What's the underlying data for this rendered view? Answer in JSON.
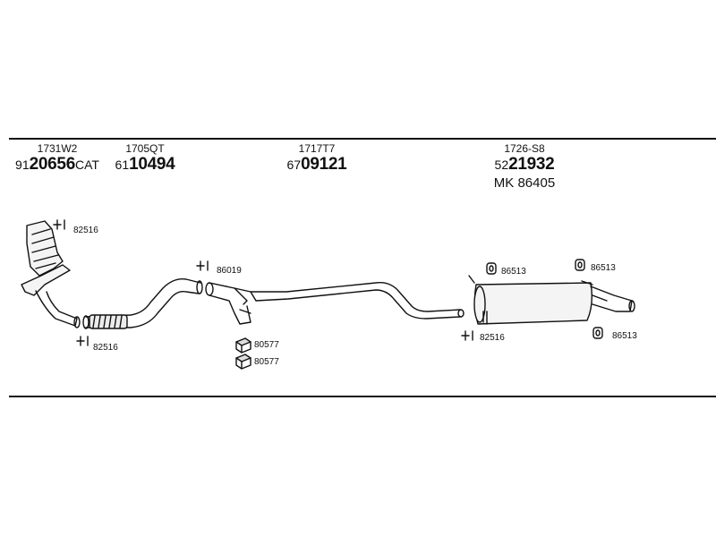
{
  "parts": [
    {
      "ref": "1731W2",
      "prefix": "91",
      "number": "20656",
      "suffix": "CAT"
    },
    {
      "ref": "1705QT",
      "prefix": "61",
      "number": "10494",
      "suffix": ""
    },
    {
      "ref": "1717T7",
      "prefix": "67",
      "number": "09121",
      "suffix": ""
    },
    {
      "ref": "1726-S8",
      "prefix": "52",
      "number": "21932",
      "suffix": "",
      "extra": "MK  86405"
    }
  ],
  "callouts": {
    "clamp_cat_top": "82516",
    "clamp_cat_bottom": "82516",
    "gasket_front": "86019",
    "mount_a": "80577",
    "mount_b": "80577",
    "rubber_left": "86513",
    "rubber_right": "86513",
    "rubber_bottom": "86513",
    "clamp_rear": "82516"
  }
}
